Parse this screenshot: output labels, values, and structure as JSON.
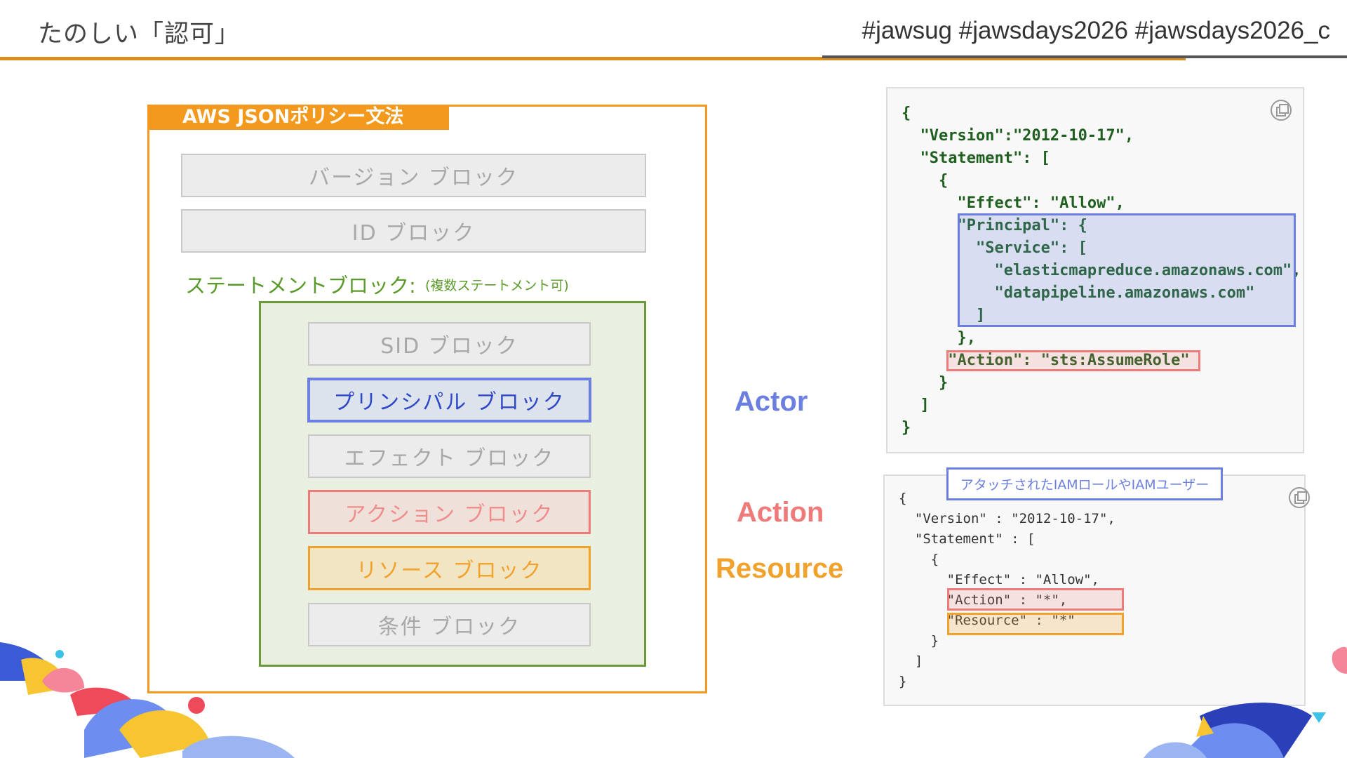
{
  "header": {
    "title": "たのしい「認可」",
    "hashtags": "#jawsug #jawsdays2026 #jawsdays2026_c"
  },
  "grammar": {
    "tab_label": "AWS JSONポリシー文法",
    "version_block": "バージョン ブロック",
    "id_block": "ID ブロック",
    "statement_label": "ステートメントブロック:",
    "statement_note": "(複数ステートメント可)",
    "statement_blocks": {
      "sid": "SID ブロック",
      "principal": "プリンシパル ブロック",
      "effect": "エフェクト ブロック",
      "action": "アクション ブロック",
      "resource": "リソース ブロック",
      "condition": "条件 ブロック"
    }
  },
  "side_labels": {
    "actor": "Actor",
    "action": "Action",
    "resource": "Resource"
  },
  "colors": {
    "accent_orange": "#f39a1e",
    "actor_blue": "#6b7fe0",
    "action_red": "#ef7a7a",
    "resource_orange": "#f0a22c",
    "statement_green": "#6a9a3a"
  },
  "code_trust": "{\n  \"Version\":\"2012-10-17\",\n  \"Statement\": [\n    {\n      \"Effect\": \"Allow\",\n      \"Principal\": {\n        \"Service\": [\n          \"elasticmapreduce.amazonaws.com\",\n          \"datapipeline.amazonaws.com\"\n        ]\n      },\n     \"Action\": \"sts:AssumeRole\"\n    }\n  ]\n}",
  "code_permission": "{\n  \"Version\" : \"2012-10-17\",\n  \"Statement\" : [\n    {\n      \"Effect\" : \"Allow\",\n      \"Action\" : \"*\",\n      \"Resource\" : \"*\"\n    }\n  ]\n}",
  "code_note": "アタッチされたIAMロールやIAMユーザー",
  "icons": {
    "copy": "copy-icon"
  }
}
